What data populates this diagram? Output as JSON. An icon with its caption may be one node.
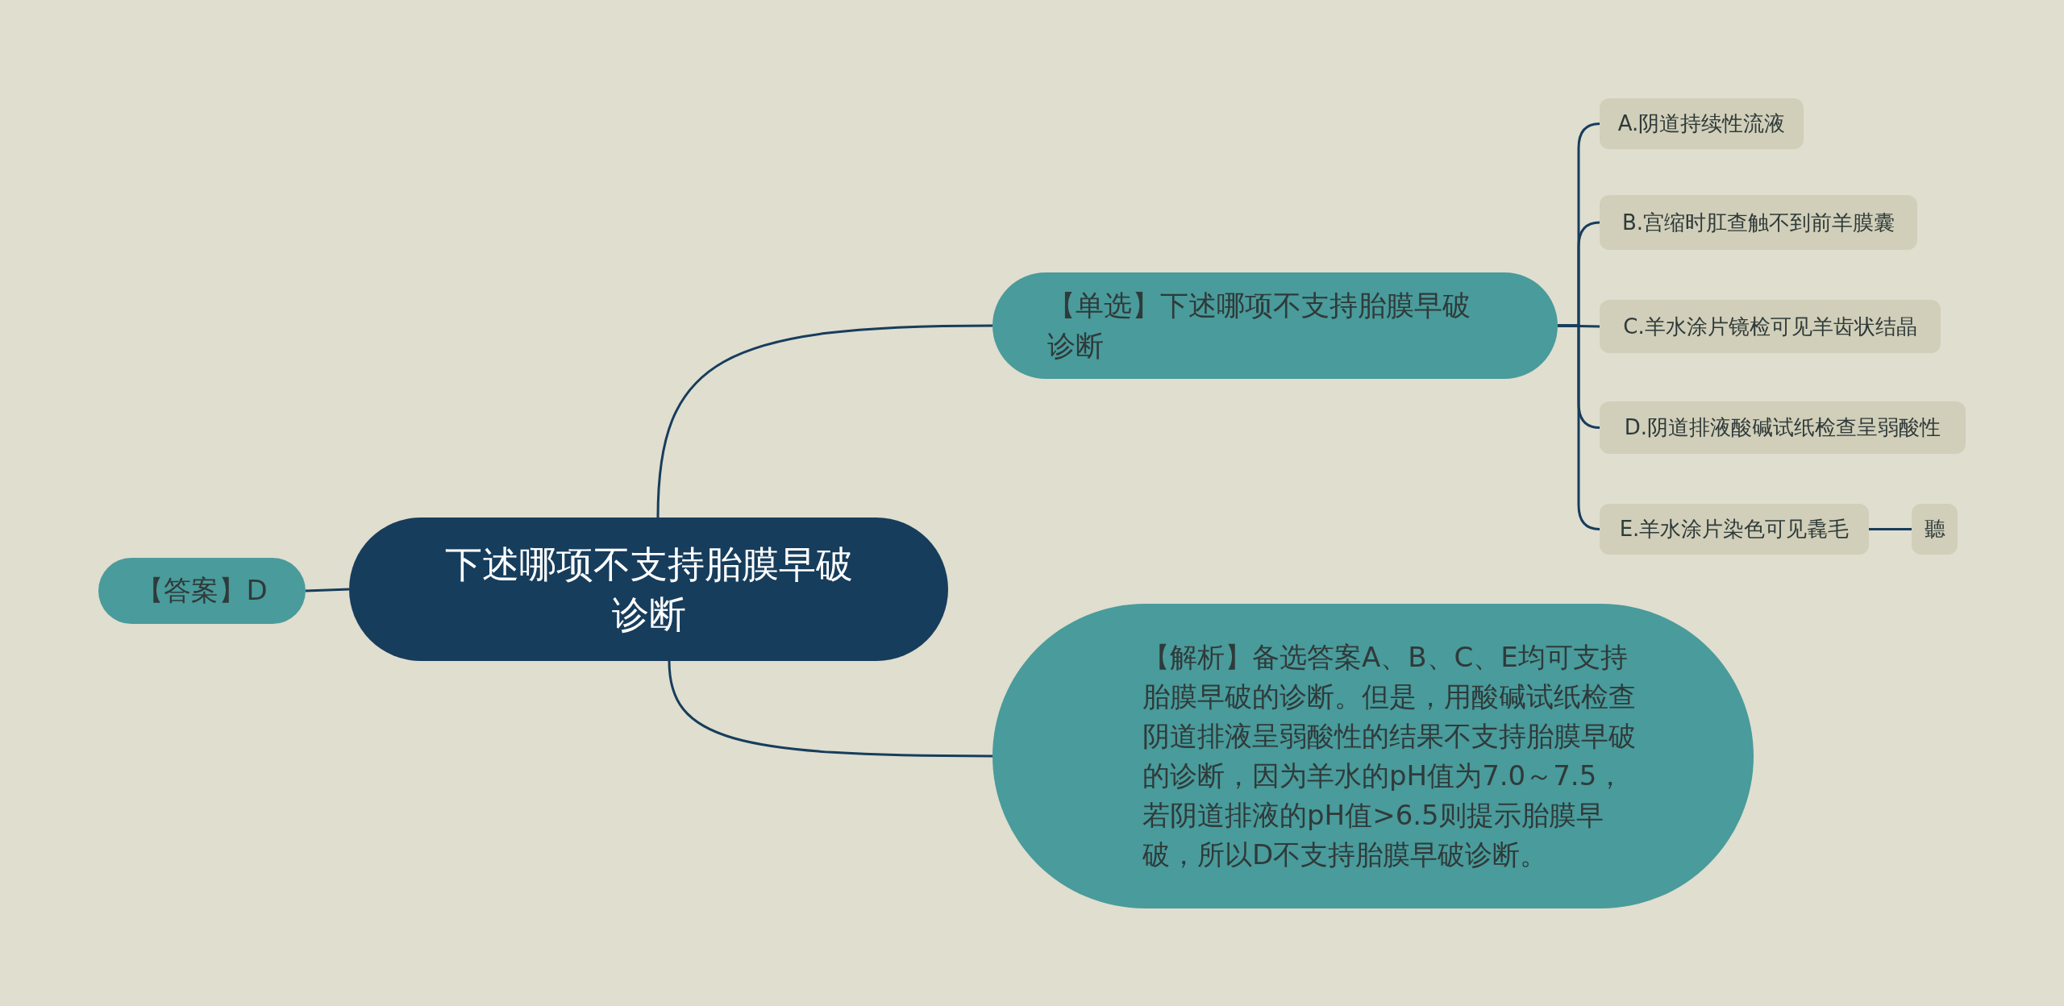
{
  "diagram": {
    "nodes": [
      {
        "text": [
          "下述哪项不支持胎膜早破诊断"
        ]
      },
      {
        "text": [
          "【答案】D"
        ]
      },
      {
        "text": [
          "【单选】下述哪项不支持胎膜早破诊断"
        ]
      },
      {
        "text": [
          "A.阴道持续性流液"
        ]
      },
      {
        "text": [
          "B.宫缩时肛查触不到前羊膜囊"
        ]
      },
      {
        "text": [
          "C.羊水涂片镜检可见羊齿状结晶"
        ]
      },
      {
        "text": [
          "D.阴道排液酸碱试纸检查呈弱酸性"
        ]
      },
      {
        "text": [
          "E.羊水涂片染色可见毳毛"
        ]
      },
      {
        "text": [
          "聽"
        ]
      },
      {
        "text": [
          "【解析】备选答案A、B、C、E均可支持胎膜早破的诊断。但是，用酸碱试纸检查阴道排液呈弱酸性的结果不支持胎膜早破的诊断，因为羊水的pH值为7.0～7.5，若阴道排液的pH值>6.5则提示胎膜早破，所以D不支持胎膜早破诊断。"
        ]
      }
    ],
    "edges": [
      {
        "from": 0,
        "to": 1,
        "arrow": "none"
      },
      {
        "from": 0,
        "to": 2,
        "arrow": "none"
      },
      {
        "from": 0,
        "to": 9,
        "arrow": "none"
      },
      {
        "from": 2,
        "to": 3,
        "arrow": "none"
      },
      {
        "from": 2,
        "to": 4,
        "arrow": "none"
      },
      {
        "from": 2,
        "to": 5,
        "arrow": "none"
      },
      {
        "from": 2,
        "to": 6,
        "arrow": "none"
      },
      {
        "from": 2,
        "to": 7,
        "arrow": "none"
      },
      {
        "from": 7,
        "to": 8,
        "arrow": "none"
      }
    ]
  }
}
